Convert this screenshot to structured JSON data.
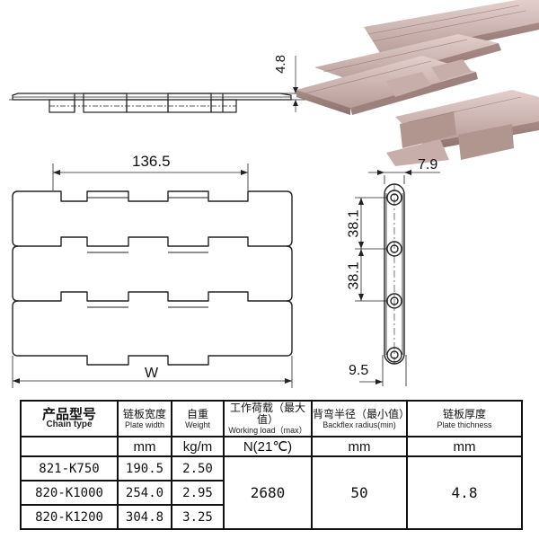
{
  "dimensions": {
    "thickness_top": "4.8",
    "pitch_width": "136.5",
    "side_width": "7.9",
    "pitch_1": "38.1",
    "pitch_2": "38.1",
    "side_offset": "9.5",
    "width_label": "W"
  },
  "table": {
    "headers": {
      "type_cn": "产品型号",
      "type_en": "Chain type",
      "width_cn": "链板宽度",
      "width_en": "Plate width",
      "weight_cn": "自重",
      "weight_en": "Weight",
      "load_cn": "工作荷载（最大值）",
      "load_en": "Working load（max）",
      "radius_cn": "背弯半径（最小值）",
      "radius_en": "Backflex radius(min)",
      "thick_cn": "链板厚度",
      "thick_en": "Plate thichness"
    },
    "units": {
      "width": "mm",
      "weight": "kg/m",
      "load": "N(21℃)",
      "radius": "mm",
      "thick": "mm"
    },
    "rows": [
      {
        "type": "821-K750",
        "width": "190.5",
        "weight": "2.50"
      },
      {
        "type": "820-K1000",
        "width": "254.0",
        "weight": "2.95"
      },
      {
        "type": "820-K1200",
        "width": "304.8",
        "weight": "3.25"
      }
    ],
    "shared": {
      "load": "2680",
      "radius": "50",
      "thickness": "4.8"
    }
  }
}
